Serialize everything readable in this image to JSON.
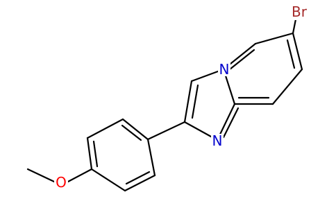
{
  "molecule": {
    "atoms": {
      "bromine": {
        "symbol": "Br",
        "color": "#a52a2a"
      },
      "nitrogen_bridge": {
        "symbol": "N",
        "color": "#0000cd"
      },
      "nitrogen_imine": {
        "symbol": "N",
        "color": "#0000cd"
      },
      "oxygen": {
        "symbol": "O",
        "color": "#ff0000"
      }
    },
    "bond_color": "#000000"
  }
}
